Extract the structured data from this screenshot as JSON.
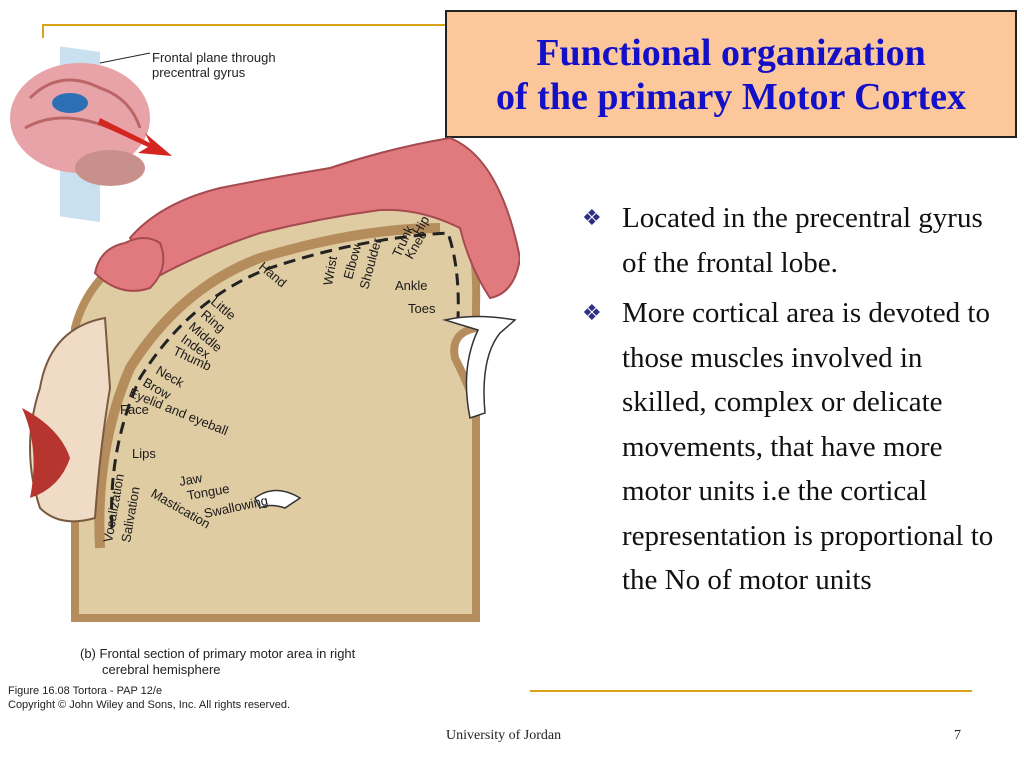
{
  "title": {
    "line1": "Functional organization",
    "line2": "of the primary Motor Cortex"
  },
  "figure": {
    "plane_label_line1": "Frontal plane through",
    "plane_label_line2": "precentral gyrus",
    "caption_line1": "(b) Frontal section of primary motor area in right",
    "caption_line2": "cerebral hemisphere",
    "credit_line1": "Figure 16.08  Tortora - PAP 12/e",
    "credit_line2": "Copyright © John Wiley and Sons, Inc. All rights reserved.",
    "regions": [
      "Toes",
      "Ankle",
      "Knee",
      "Hip",
      "Trunk",
      "Shoulder",
      "Elbow",
      "Wrist",
      "Hand",
      "Little",
      "Ring",
      "Middle",
      "Index",
      "Thumb",
      "Neck",
      "Brow",
      "Eyelid and eyeball",
      "Face",
      "Lips",
      "Jaw",
      "Tongue",
      "Swallowing",
      "Mastication",
      "Salivation",
      "Vocalization"
    ],
    "colors": {
      "cortex": "#e0cca3",
      "cortex_edge": "#b58d5c",
      "homunculus": "#e07a7e",
      "arrow": "#d3261f"
    }
  },
  "bullets": [
    {
      "icon": "diamond-bullet-icon",
      "text": "Located in the precentral gyrus of the frontal lobe."
    },
    {
      "icon": "diamond-bullet-icon",
      "text": "More cortical area is devoted to those muscles involved in skilled, complex or delicate movements, that have more motor units i.e the cortical representation is proportional to the No of motor units"
    }
  ],
  "footer": {
    "text": "University of Jordan",
    "page_number": "7"
  },
  "theme": {
    "accent_rule": "#d9a21b",
    "title_bg": "#fcc89b",
    "title_text": "#1410c8",
    "bullet_color": "#2c2f86"
  }
}
